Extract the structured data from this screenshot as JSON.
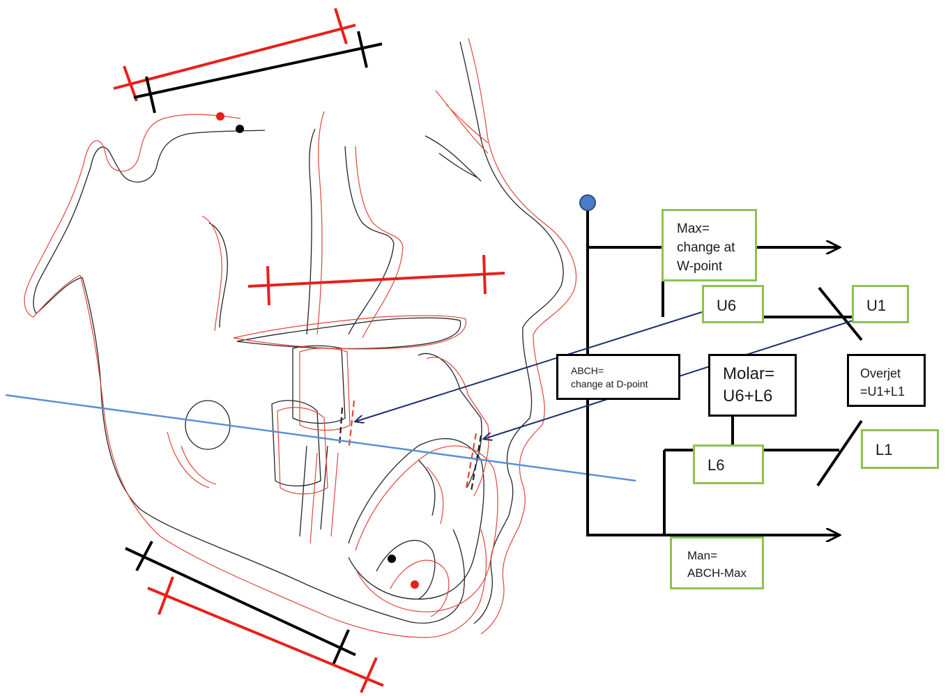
{
  "colors": {
    "after_tracing": "#e0453a",
    "before_tracing": "#222222",
    "reference_line": "#5b8fd6",
    "arrow": "#1b2f6b",
    "origin_dot": "#4a7cc9",
    "green_border": "#8cc152"
  },
  "boxes": {
    "max": "Max=\nchange at\nW-point",
    "u6": "U6",
    "u1": "U1",
    "abch": "ABCH=\nchange at D-point",
    "molar": "Molar=\nU6+L6",
    "overjet": "Overjet\n=U1+L1",
    "l1": "L1",
    "l6": "L6",
    "man": "Man=\nABCH-Max"
  }
}
